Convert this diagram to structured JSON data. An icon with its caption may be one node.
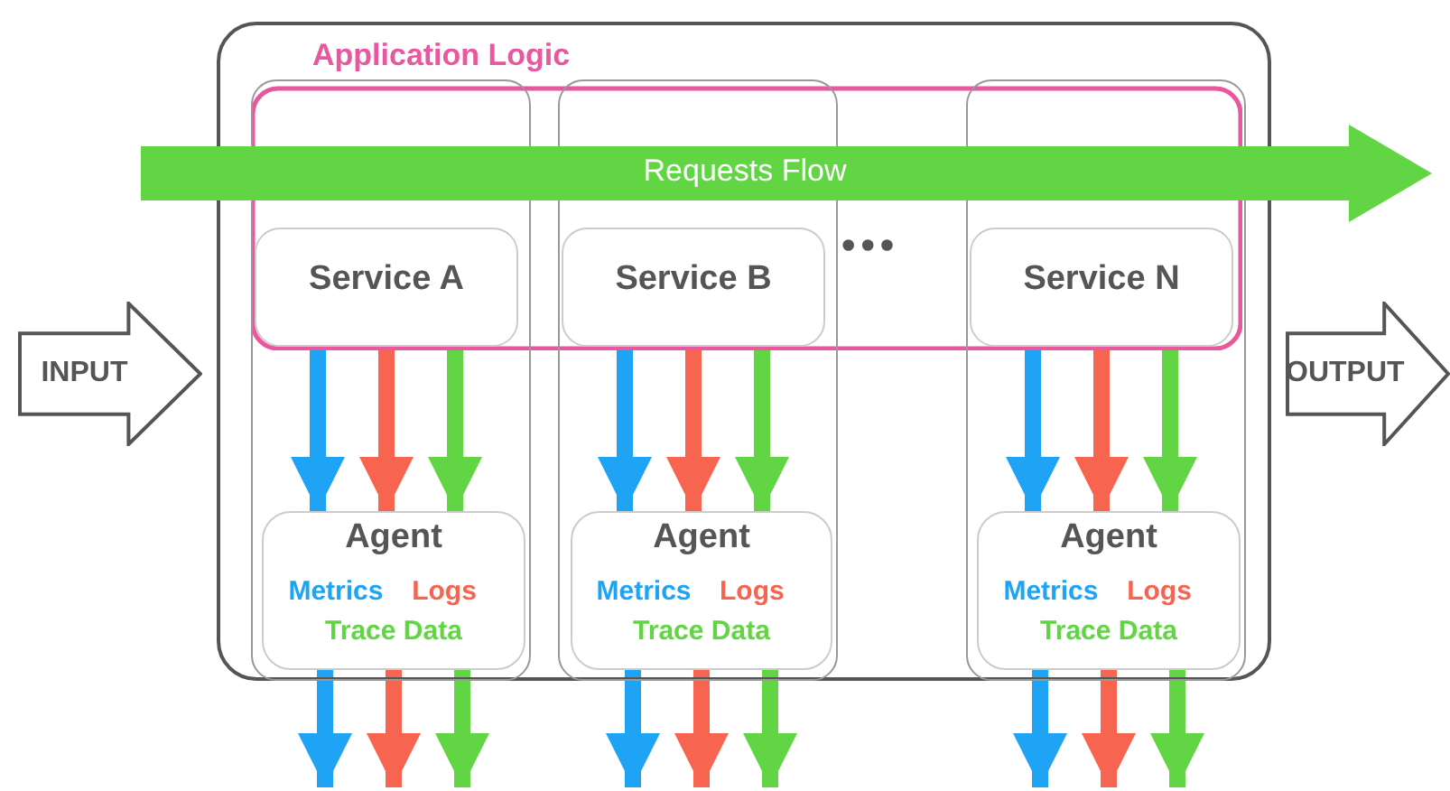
{
  "diagram": {
    "nodes": [
      {
        "text": [
          "INPUT"
        ]
      },
      {
        "text": [],
        "shape": "box"
      },
      {
        "text": [
          "Application Logic"
        ],
        "in": 1
      },
      {
        "text": [
          "Requests Flow"
        ]
      },
      {
        "text": [],
        "shape": "box",
        "in": 1
      },
      {
        "text": [
          "Service A"
        ]
      },
      {
        "text": [
          "Agent",
          "Metrics",
          "Logs",
          "Trace Data"
        ],
        "in": 4
      },
      {
        "text": [],
        "shape": "box",
        "in": 1
      },
      {
        "text": [
          "Service B"
        ]
      },
      {
        "text": [
          "Agent",
          "Metrics",
          "Logs",
          "Trace Data"
        ],
        "in": 7
      },
      {
        "text": [],
        "shape": "box",
        "in": 1
      },
      {
        "text": [
          "Service N"
        ]
      },
      {
        "text": [
          "Agent",
          "Metrics",
          "Logs",
          "Trace Data"
        ],
        "in": 10
      },
      {
        "text": [
          "OUTPUT"
        ]
      }
    ],
    "edges": [
      {
        "from": 5,
        "to": 6,
        "arrow": "to",
        "color": "#1ea3f5"
      },
      {
        "from": 5,
        "to": 6,
        "arrow": "to",
        "color": "#f76450"
      },
      {
        "from": 5,
        "to": 6,
        "arrow": "to",
        "color": "#62d544"
      },
      {
        "from": 6,
        "to": null,
        "arrow": "to",
        "color": "#1ea3f5"
      },
      {
        "from": 6,
        "to": null,
        "arrow": "to",
        "color": "#f76450"
      },
      {
        "from": 6,
        "to": null,
        "arrow": "to",
        "color": "#62d544"
      },
      {
        "from": 8,
        "to": 9,
        "arrow": "to",
        "color": "#1ea3f5"
      },
      {
        "from": 8,
        "to": 9,
        "arrow": "to",
        "color": "#f76450"
      },
      {
        "from": 8,
        "to": 9,
        "arrow": "to",
        "color": "#62d544"
      },
      {
        "from": 9,
        "to": null,
        "arrow": "to",
        "color": "#1ea3f5"
      },
      {
        "from": 9,
        "to": null,
        "arrow": "to",
        "color": "#f76450"
      },
      {
        "from": 9,
        "to": null,
        "arrow": "to",
        "color": "#62d544"
      },
      {
        "from": 11,
        "to": 12,
        "arrow": "to",
        "color": "#1ea3f5"
      },
      {
        "from": 11,
        "to": 12,
        "arrow": "to",
        "color": "#f76450"
      },
      {
        "from": 11,
        "to": 12,
        "arrow": "to",
        "color": "#62d544"
      },
      {
        "from": 12,
        "to": null,
        "arrow": "to",
        "color": "#1ea3f5"
      },
      {
        "from": 12,
        "to": null,
        "arrow": "to",
        "color": "#f76450"
      },
      {
        "from": 12,
        "to": null,
        "arrow": "to",
        "color": "#62d544"
      }
    ],
    "labels": [
      "•••"
    ]
  }
}
